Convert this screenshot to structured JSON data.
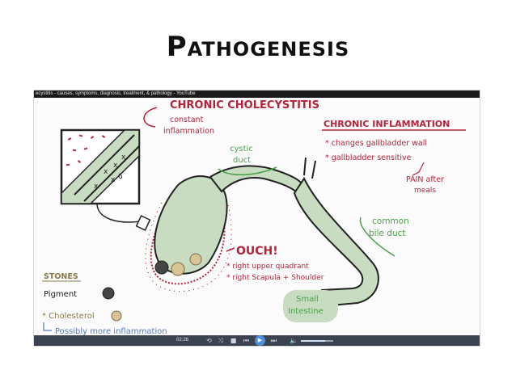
{
  "slide": {
    "title": "Pathogenesis"
  },
  "video": {
    "title": "ecystitis - causes, symptoms, diagnosis, treatment, & pathology - YouTube",
    "time": "02:26",
    "volume_fraction": 0.75
  },
  "diagram": {
    "heading": "CHRONIC CHOLECYSTITIS",
    "constant_1": "constant",
    "constant_2": "inflammation",
    "cystic_1": "cystic",
    "cystic_2": "duct",
    "common_1": "common",
    "common_2": "bile duct",
    "small_1": "Small",
    "small_2": "Intestine",
    "ouch": "OUCH!",
    "ouch_1": "* right upper quadrant",
    "ouch_2": "* right Scapula + Shoulder",
    "ci_heading": "CHRONIC INFLAMMATION",
    "ci_1": "* changes gallbladder wall",
    "ci_2": "* gallbladder sensitive",
    "ci_3": "PAIN after",
    "ci_4": "meals",
    "stones_heading": "STONES",
    "stones_pigment": "Pigment",
    "stones_chol": "* Cholesterol",
    "stones_more": "Possibly more inflammation",
    "colors": {
      "red": "#b5233a",
      "green": "#4aa14a",
      "gb_fill": "#c8dcc2",
      "ink": "#2a2a2a"
    }
  }
}
